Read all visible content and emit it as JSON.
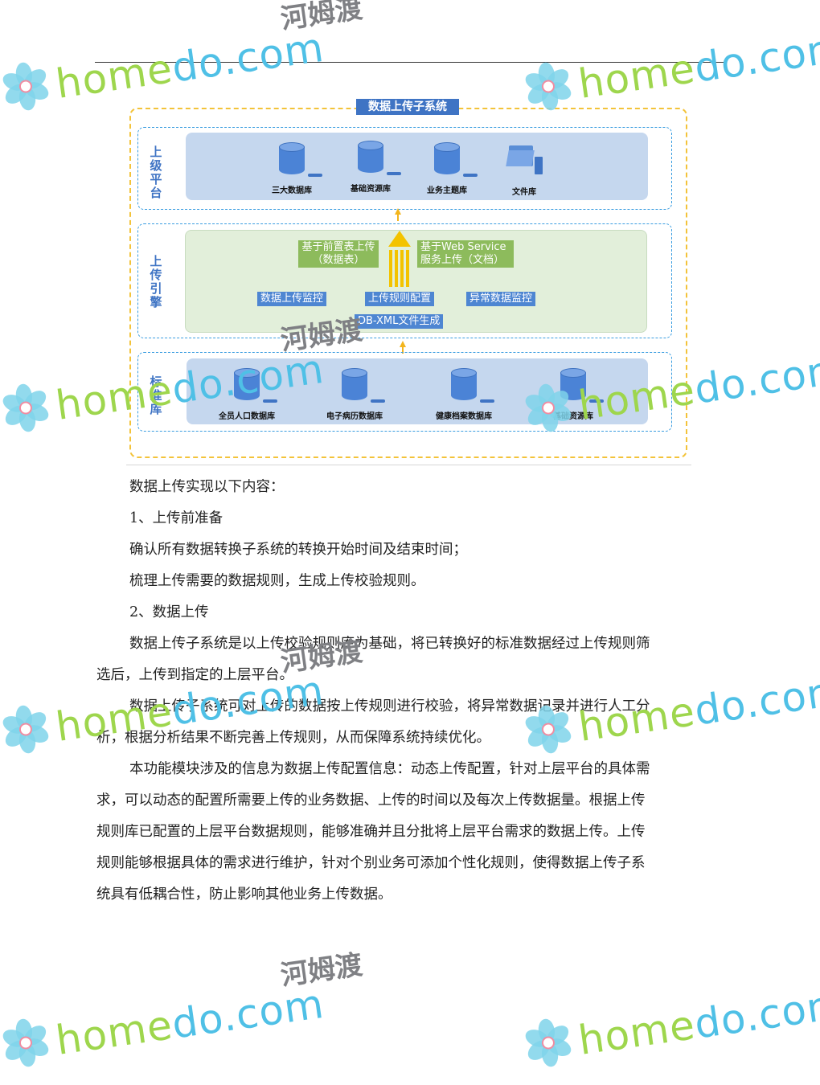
{
  "diagram": {
    "title": "数据上传子系统",
    "top_layer": {
      "label": "上级平台",
      "items": [
        "三大数据库",
        "基础资源库",
        "业务主题库",
        "文件库"
      ]
    },
    "middle_layer": {
      "label": "上传引擎",
      "box_left": "基于前置表上传\n（数据表）",
      "box_right": "基于Web Service\n服务上传（文档）",
      "monitor_left": "数据上传监控",
      "config": "上传规则配置",
      "monitor_right": "异常数据监控",
      "xml": "DB-XML文件生成"
    },
    "bottom_layer": {
      "label": "标准库",
      "items": [
        "全员人口数据库",
        "电子病历数据库",
        "健康档案数据库",
        "基础资源库"
      ]
    }
  },
  "paragraphs": [
    "数据上传实现以下内容：",
    "1、上传前准备",
    "确认所有数据转换子系统的转换开始时间及结束时间；",
    "梳理上传需要的数据规则，生成上传校验规则。",
    "2、数据上传",
    "数据上传子系统是以上传校验规则库为基础，将已转换好的标准数据经过上传规则筛",
    "选后，上传到指定的上层平台。",
    "数据上传子系统可对上传的数据按上传规则进行校验，将异常数据记录并进行人工分",
    "析，根据分析结果不断完善上传规则，从而保障系统持续优化。",
    "本功能模块涉及的信息为数据上传配置信息：动态上传配置，针对上层平台的具体需",
    "求，可以动态的配置所需要上传的业务数据、上传的时间以及每次上传数据量。根据上传",
    "规则库已配置的上层平台数据规则，能够准确并且分批将上层平台需求的数据上传。上传",
    "规则能够根据具体的需求进行维护，针对个别业务可添加个性化规则，使得数据上传子系",
    "统具有低耦合性，防止影响其他业务上传数据。"
  ],
  "watermark": {
    "brand_green": "home",
    "brand_blue": "do.com",
    "brand_mid": "d",
    "cn": "河姆渡"
  },
  "colors": {
    "accent_blue": "#3f74c4",
    "panel_blue": "#c5d7ee",
    "panel_green": "#e2efda",
    "box_green": "#8dbb5c",
    "arrow_yellow": "#f3c300",
    "frame_yellow": "#f3c33a",
    "dash_blue": "#3a9de0"
  }
}
